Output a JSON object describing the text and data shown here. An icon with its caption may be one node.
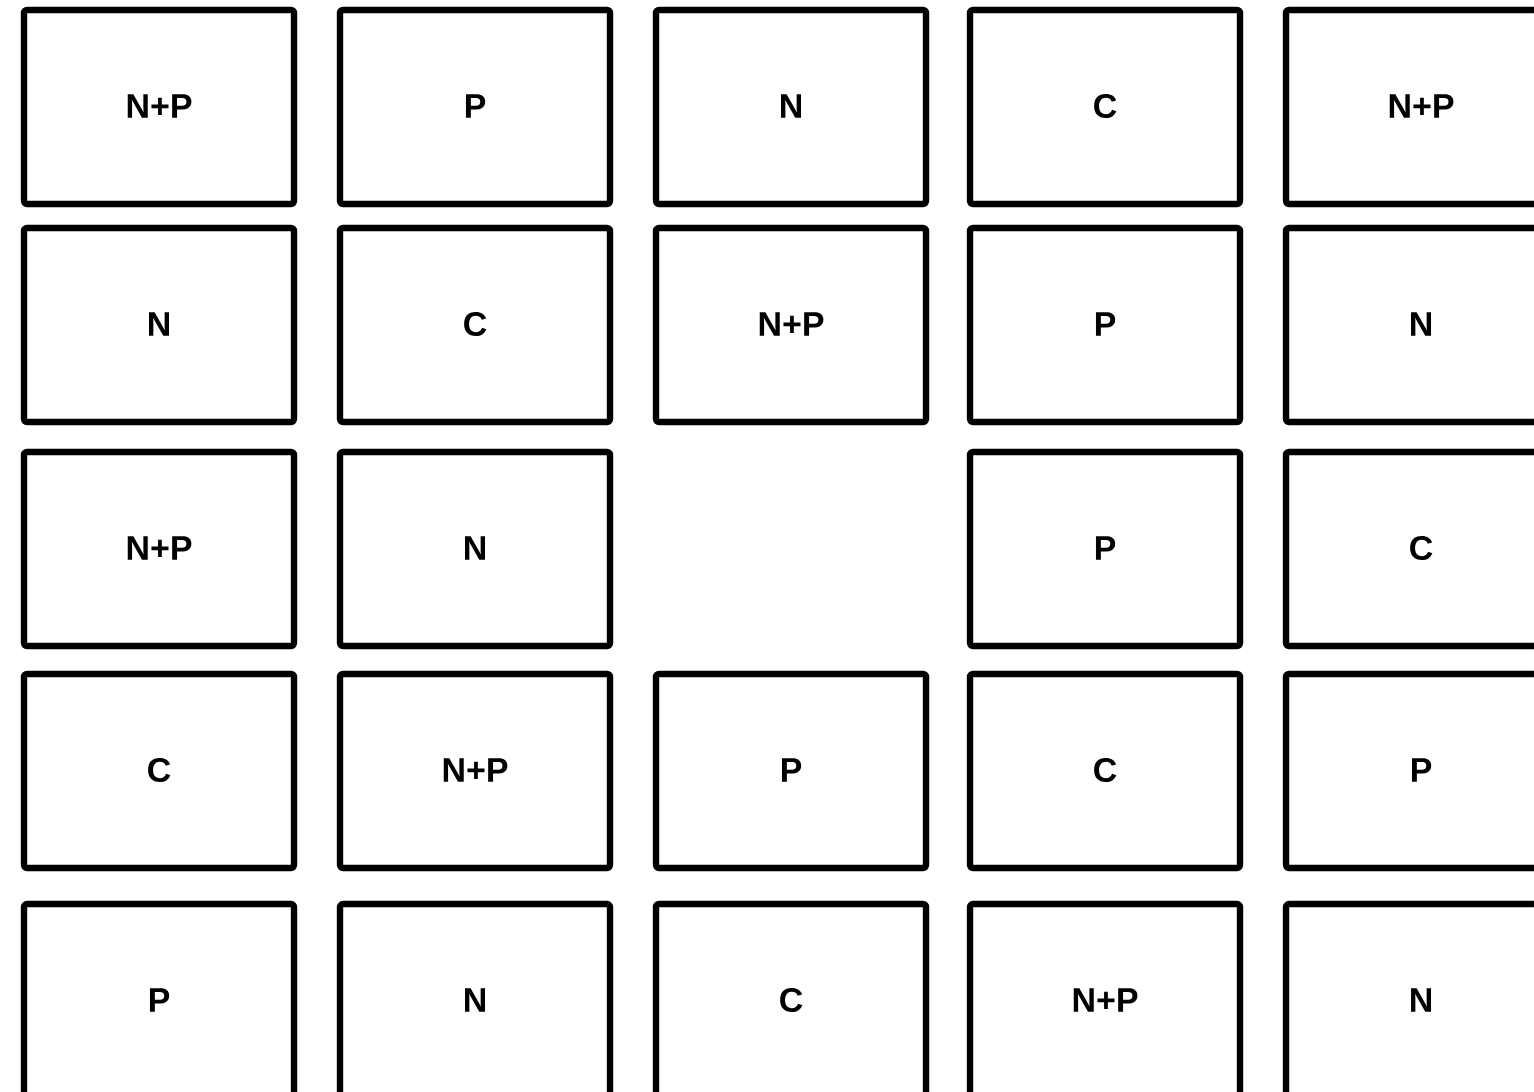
{
  "diagram": {
    "nodes": [
      {
        "text": [
          "N+P"
        ]
      },
      {
        "text": [
          "P"
        ]
      },
      {
        "text": [
          "N"
        ]
      },
      {
        "text": [
          "C"
        ]
      },
      {
        "text": [
          "N+P"
        ]
      },
      {
        "text": [
          "N"
        ]
      },
      {
        "text": [
          "C"
        ]
      },
      {
        "text": [
          "N+P"
        ]
      },
      {
        "text": [
          "P"
        ]
      },
      {
        "text": [
          "N"
        ]
      },
      {
        "text": [
          "N+P"
        ]
      },
      {
        "text": [
          "N"
        ]
      },
      {
        "text": [
          "P"
        ]
      },
      {
        "text": [
          "C"
        ]
      },
      {
        "text": [
          "C"
        ]
      },
      {
        "text": [
          "N+P"
        ]
      },
      {
        "text": [
          "P"
        ]
      },
      {
        "text": [
          "C"
        ]
      },
      {
        "text": [
          "P"
        ]
      },
      {
        "text": [
          "P"
        ]
      },
      {
        "text": [
          "N"
        ]
      },
      {
        "text": [
          "C"
        ]
      },
      {
        "text": [
          "N+P"
        ]
      },
      {
        "text": [
          "N"
        ]
      }
    ]
  }
}
